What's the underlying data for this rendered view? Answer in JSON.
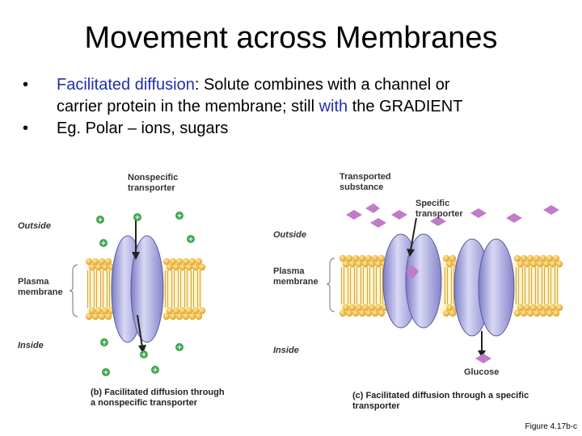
{
  "title": "Movement across Membranes",
  "bullets": [
    {
      "term": "Facilitated diffusion",
      "text_a": ": Solute combines with a channel or",
      "text_b": "carrier protein in the membrane; still ",
      "emph": "with",
      "text_c": " the GRADIENT"
    },
    {
      "text": "Eg. Polar – ions, sugars"
    }
  ],
  "figure": {
    "left": {
      "nonspecific_a": "Nonspecific",
      "nonspecific_b": "transporter",
      "outside": "Outside",
      "plasma_a": "Plasma",
      "plasma_b": "membrane",
      "inside": "Inside",
      "caption_a": "(b) Facilitated diffusion through",
      "caption_b": "a nonspecific transporter"
    },
    "right": {
      "transported_a": "Transported",
      "transported_b": "substance",
      "specific_a": "Specific",
      "specific_b": "transporter",
      "outside": "Outside",
      "plasma_a": "Plasma",
      "plasma_b": "membrane",
      "inside": "Inside",
      "glucose": "Glucose",
      "caption_a": "(c) Facilitated diffusion through a specific",
      "caption_b": "transporter"
    },
    "reference": "Figure 4.17b-c"
  },
  "colors": {
    "accent": "#1f2fb0",
    "lipid": "#f2b630",
    "protein": "#9a9ad8",
    "ion": "#3aa64a",
    "solute": "#c27bc8"
  }
}
